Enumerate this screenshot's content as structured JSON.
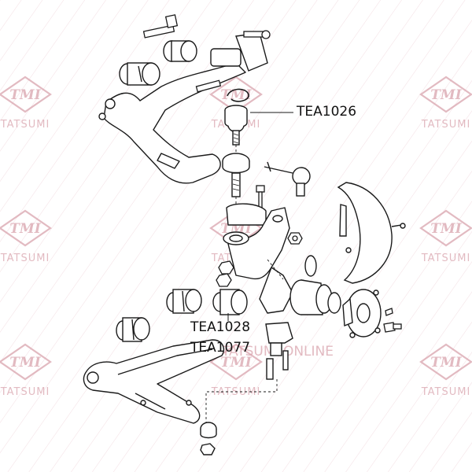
{
  "watermark": {
    "logo_text": "TMI",
    "brand_text": "TATSUMI",
    "site_text": "WWW.TATSUMI.ONLINE",
    "color": "#d9a3ad"
  },
  "callouts": {
    "upper_ball_joint": "TEA1026",
    "lower_arm_bushing_a": "TEA1028",
    "lower_arm_bushing_b": "TEA1077"
  },
  "colors": {
    "line": "#1a1a1a",
    "background": "#ffffff"
  }
}
